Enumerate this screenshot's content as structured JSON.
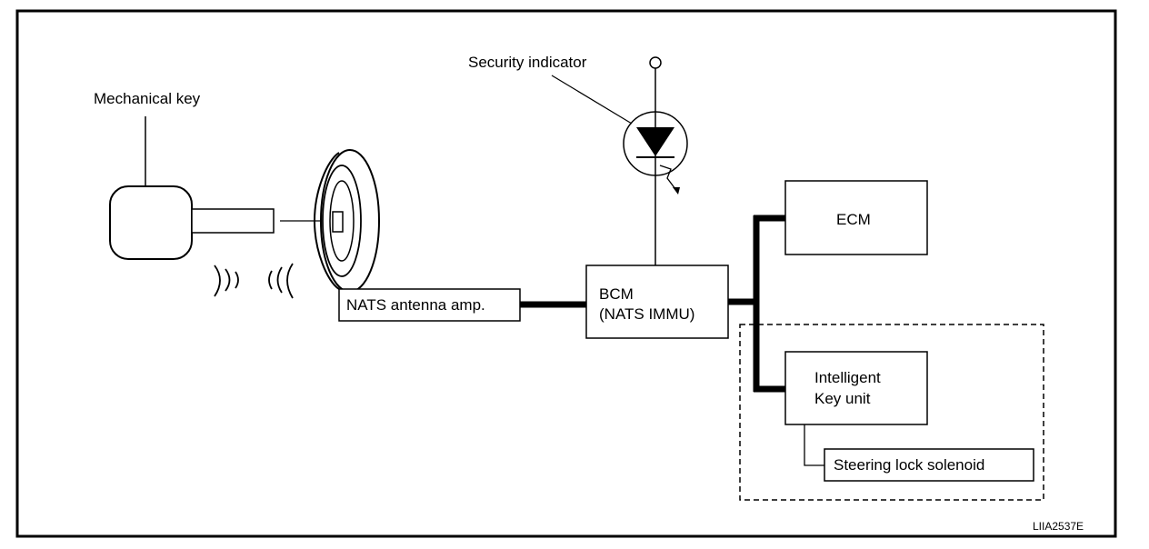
{
  "labels": {
    "mechanical_key": "Mechanical key",
    "security_indicator": "Security indicator",
    "nats_antenna_amp": "NATS antenna amp.",
    "bcm_line1": "BCM",
    "bcm_line2": "(NATS IMMU)",
    "ecm": "ECM",
    "intelligent_key_line1": "Intelligent",
    "intelligent_key_line2": "Key unit",
    "steering_lock_solenoid": "Steering lock solenoid",
    "figure_code": "LIIA2537E"
  }
}
